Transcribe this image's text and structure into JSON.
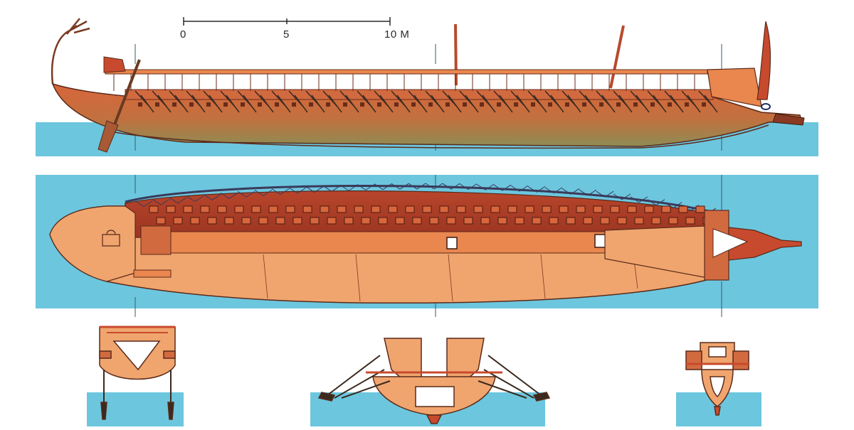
{
  "scale_bar": {
    "ticks": [
      "0",
      "5",
      "10 M"
    ]
  },
  "colors": {
    "water": "#6cc6de",
    "hull_red": "#c84a2e",
    "hull_orange": "#e9874f",
    "deck_light": "#f0a56e",
    "rowers_dark": "#9e3a24",
    "hull_green": "#8f8a52",
    "outline": "#5a2a1a",
    "guide": "#3a5a6a"
  }
}
